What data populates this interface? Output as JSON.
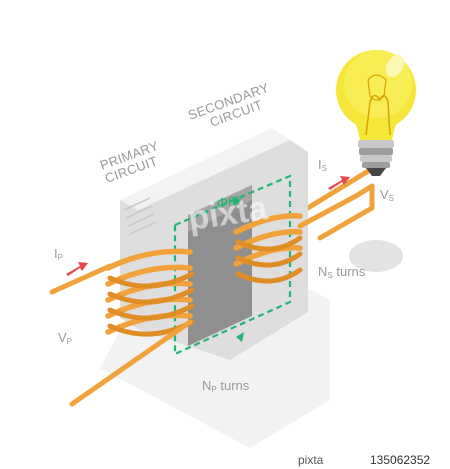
{
  "labels": {
    "primary_circuit": [
      "PRIMARY",
      "CIRCUIT"
    ],
    "secondary_circuit": [
      "SECONDARY",
      "CIRCUIT"
    ],
    "flux": "Φm",
    "ip": {
      "base": "I",
      "sub": "P"
    },
    "is": {
      "base": "I",
      "sub": "S"
    },
    "vp": {
      "base": "V",
      "sub": "P"
    },
    "vs": {
      "base": "V",
      "sub": "S"
    },
    "np": {
      "base": "N",
      "sub": "P",
      "rest": " turns"
    },
    "ns": {
      "base": "N",
      "sub": "S",
      "rest": " turns"
    }
  },
  "footer": {
    "brand": "pixta",
    "code": "135062352"
  },
  "colors": {
    "coil": "#f2a23a",
    "core_top": "#f1f1f1",
    "core_front": "#dcdcdc",
    "flux_path": "#22b573",
    "arrow": "#e8484f",
    "bulb": "#f7e63a",
    "label": "#9a9a9a"
  }
}
